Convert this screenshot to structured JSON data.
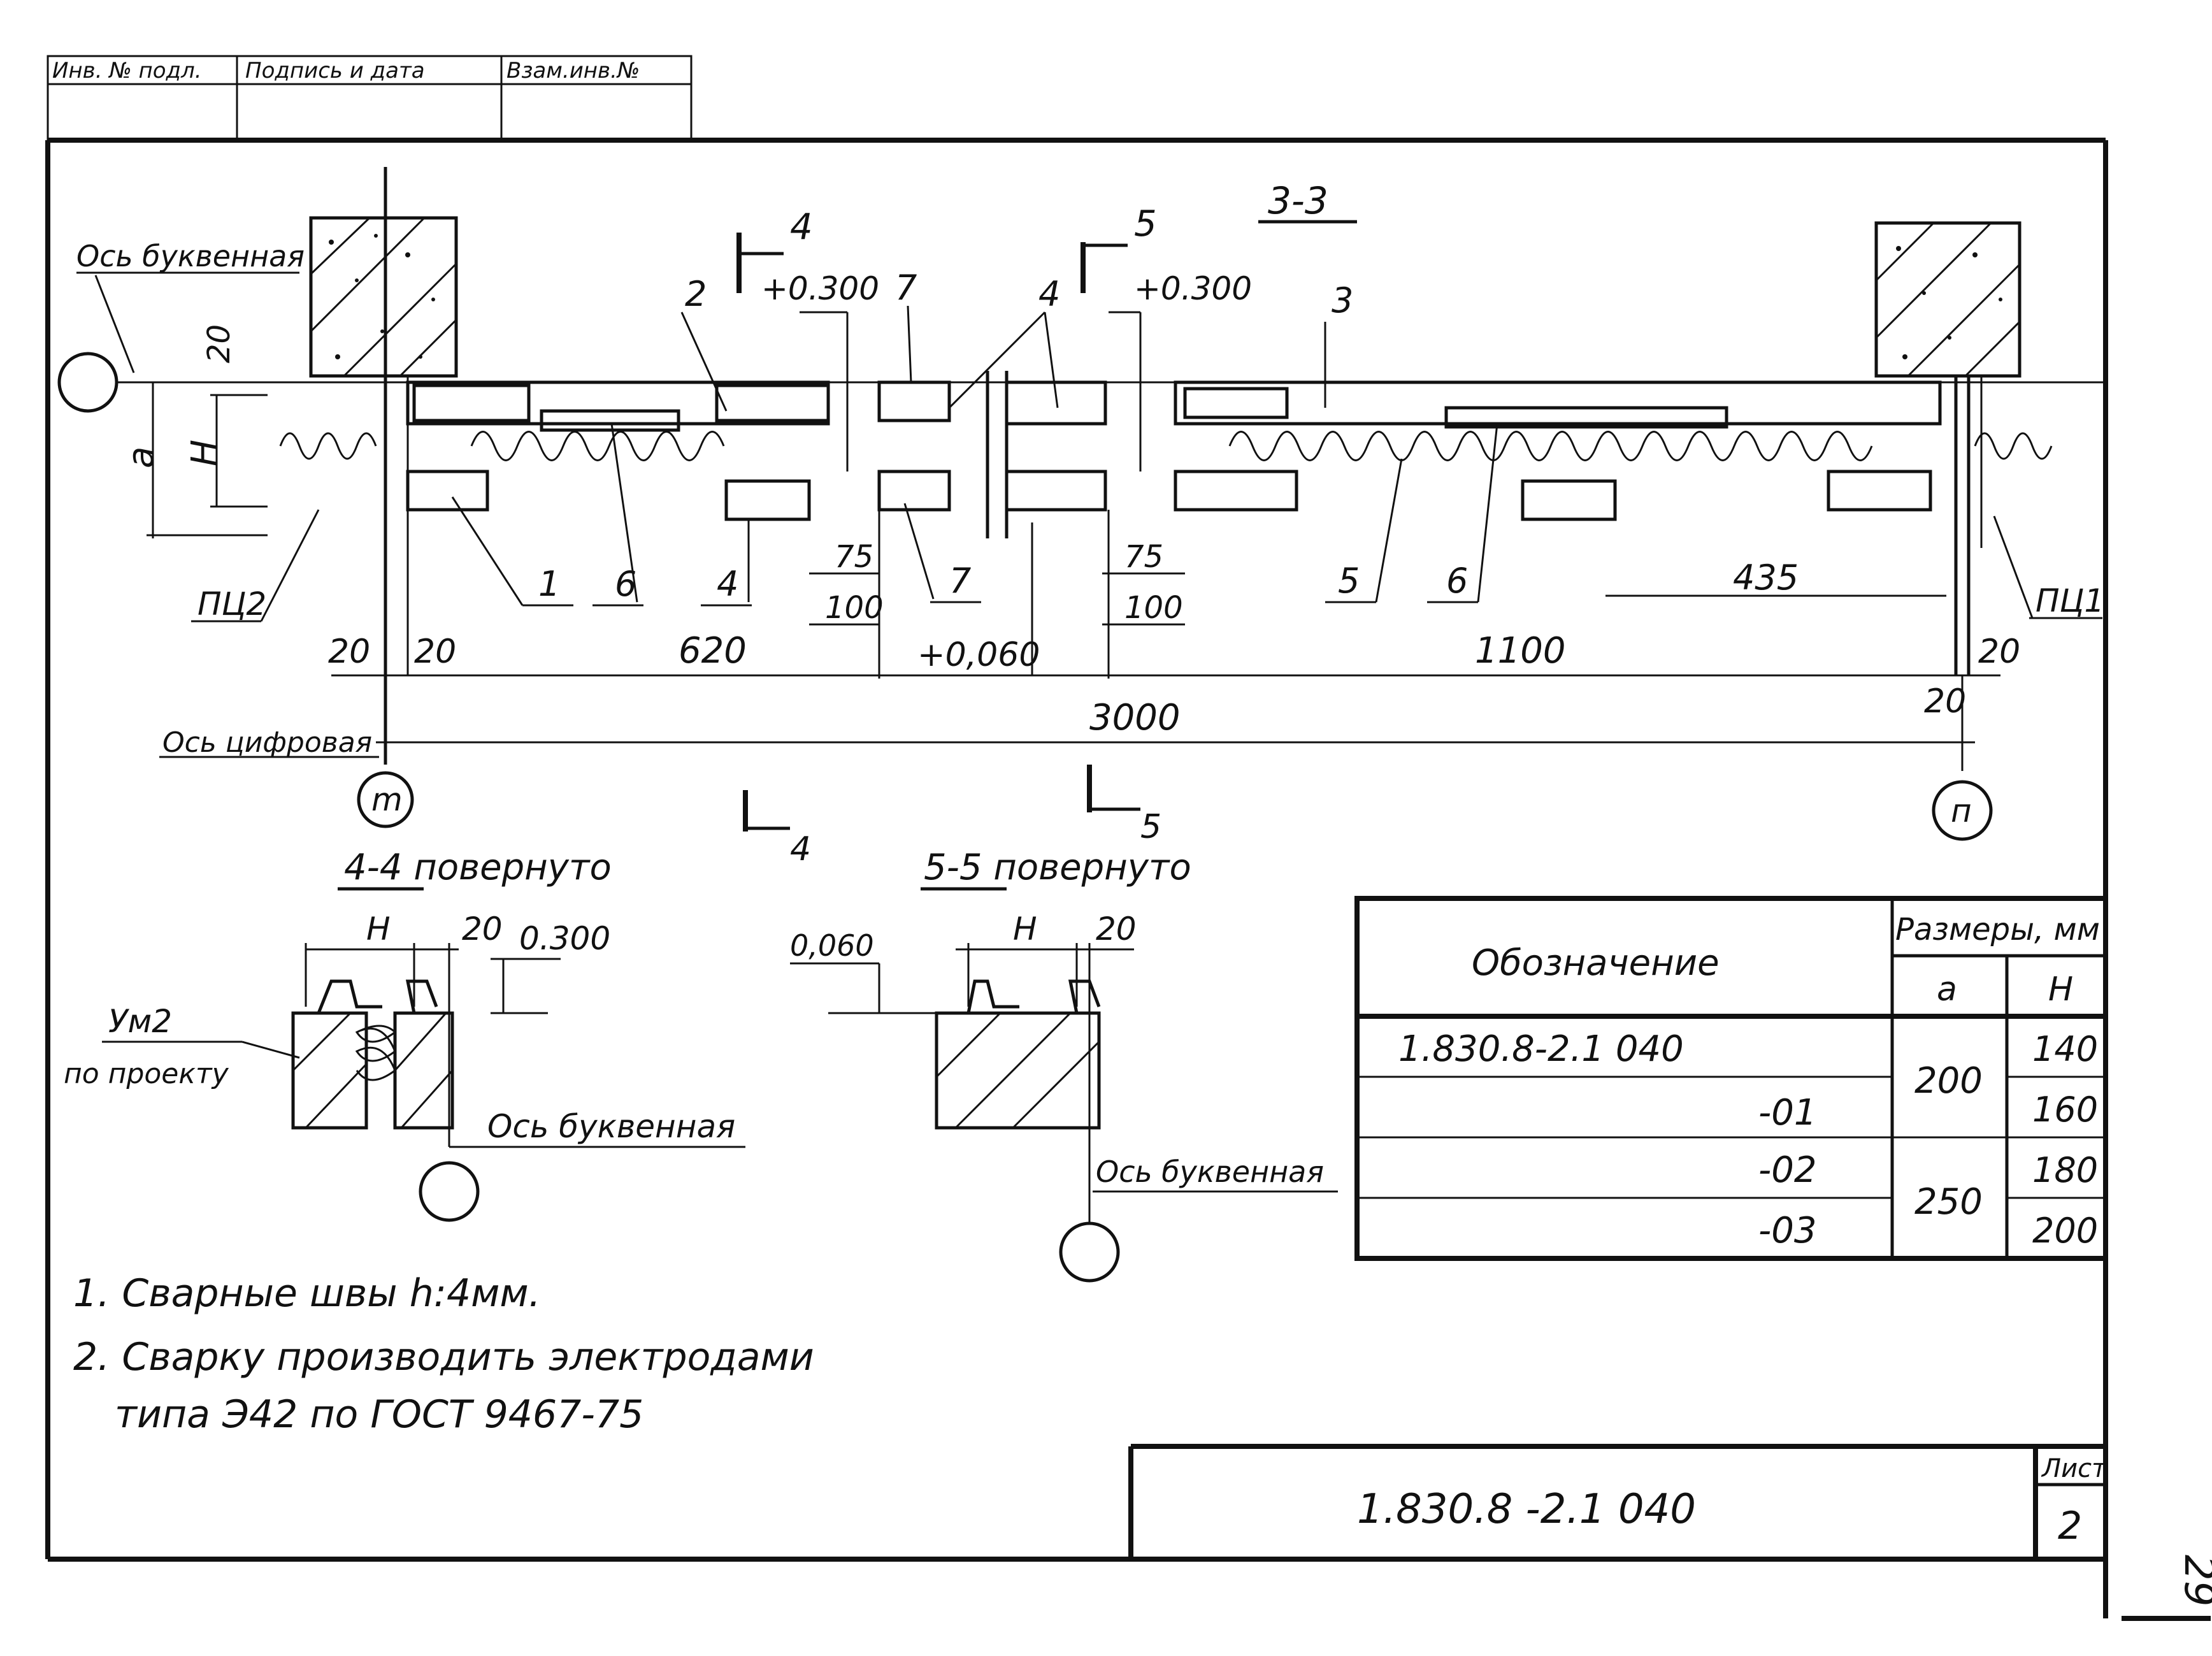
{
  "stamp": {
    "col1": "Инв. № подл.",
    "col2": "Подпись и дата",
    "col3": "Взам.инв.№"
  },
  "section_3_3": {
    "title": "3-3",
    "axis_letter_label": "Ось буквенная",
    "axis_digit_label": "Ось цифровая",
    "cut4": "4",
    "cut5": "5",
    "elev_left": "+0.300",
    "elev_right": "+0.300",
    "elev_bottom": "+0,060",
    "dim_a": "a",
    "dim_H": "H",
    "dim_20_vert": "20",
    "pc2": "ПЦ2",
    "pc1": "ПЦ1",
    "pos": [
      "1",
      "2",
      "3",
      "4",
      "4",
      "4",
      "5",
      "6",
      "6",
      "7",
      "7"
    ],
    "dims": {
      "d20a": "20",
      "d20b": "20",
      "d620": "620",
      "d75a": "75",
      "d100a": "100",
      "d75b": "75",
      "d100b": "100",
      "d1100": "1100",
      "d435": "435",
      "d20c": "20",
      "d20d": "20",
      "d3000": "3000"
    },
    "axis_m": "m",
    "axis_n": "п"
  },
  "section_4_4": {
    "title": "4-4 повернуто",
    "H": "H",
    "d20": "20",
    "elev": "0.300",
    "um2": "Ум2",
    "by_project": "по проекту",
    "axis_label": "Ось буквенная"
  },
  "section_5_5": {
    "title": "5-5  повернуто",
    "H": "H",
    "d20": "20",
    "elev": "0,060",
    "axis_label": "Ось буквенная"
  },
  "table": {
    "header_designation": "Обозначение",
    "header_sizes": "Размеры, мм",
    "col_a": "a",
    "col_H": "H",
    "rows": [
      {
        "designation": "1.830.8-2.1  040",
        "H": "140"
      },
      {
        "designation": "-01",
        "H": "160"
      },
      {
        "designation": "-02",
        "H": "180"
      },
      {
        "designation": "-03",
        "H": "200"
      }
    ],
    "a_values": [
      "200",
      "250"
    ]
  },
  "notes": [
    "1. Сварные  швы h:4мм.",
    "2. Сварку производить электродами",
    "типа Э42 по ГОСТ 9467-75"
  ],
  "title_block": {
    "code": "1.830.8 -2.1  040",
    "sheet_label": "Лист",
    "sheet_no": "2",
    "page_no": "29"
  }
}
